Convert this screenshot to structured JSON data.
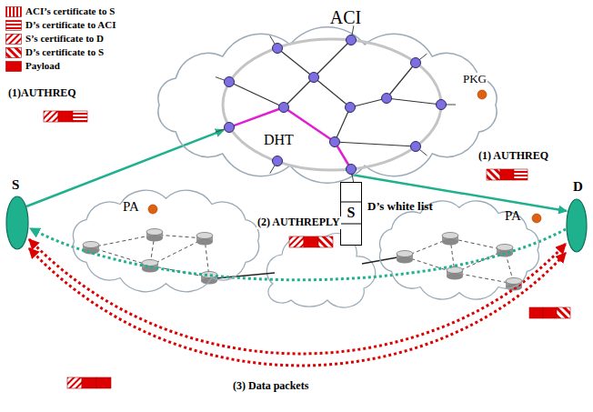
{
  "diagram": {
    "nodes": [
      {
        "text": [
          "ACI"
        ]
      },
      {
        "text": [
          "DHT"
        ],
        "in": 0
      },
      {
        "text": [
          "D’s white list",
          "S"
        ]
      },
      {
        "text": [
          "S"
        ]
      },
      {
        "text": [
          "D"
        ]
      },
      {
        "text": [
          "PA"
        ]
      },
      {
        "text": [
          "PA"
        ]
      }
    ],
    "edges": [
      {
        "from": 3,
        "to": 0,
        "arrow": "to"
      },
      {
        "from": 0,
        "to": 4,
        "arrow": "to"
      },
      {
        "from": 4,
        "to": 3,
        "arrow": "to"
      },
      {
        "from": 3,
        "to": 4,
        "arrow": "both"
      }
    ],
    "labels": [
      "PKG",
      "(1)AUTHREQ",
      "(1) AUTHREQ",
      "(2) AUTHREPLY",
      "(3) Data packets"
    ],
    "legend": [
      {
        "text": "ACI’s certificate to S"
      },
      {
        "text": "D’s certificate to ACI"
      },
      {
        "text": "S’s certificate to D"
      },
      {
        "text": "D’s certificate to S"
      },
      {
        "text": "Payload",
        "color": "#dd0000"
      }
    ]
  }
}
